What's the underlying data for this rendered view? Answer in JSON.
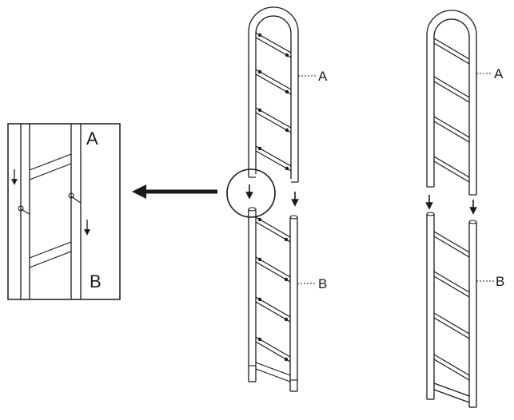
{
  "figure": {
    "detail": {
      "top_label": "A",
      "bottom_label": "B"
    },
    "left_assembly": {
      "top_label": "A",
      "bottom_label": "B"
    },
    "right_assembly": {
      "top_label": "A",
      "bottom_label": "B"
    }
  },
  "colors": {
    "line": "#1a1a1a",
    "fill": "#ffffff"
  },
  "icons": [
    "down-arrow-icon",
    "left-arrow-icon",
    "magnify-circle-icon"
  ]
}
